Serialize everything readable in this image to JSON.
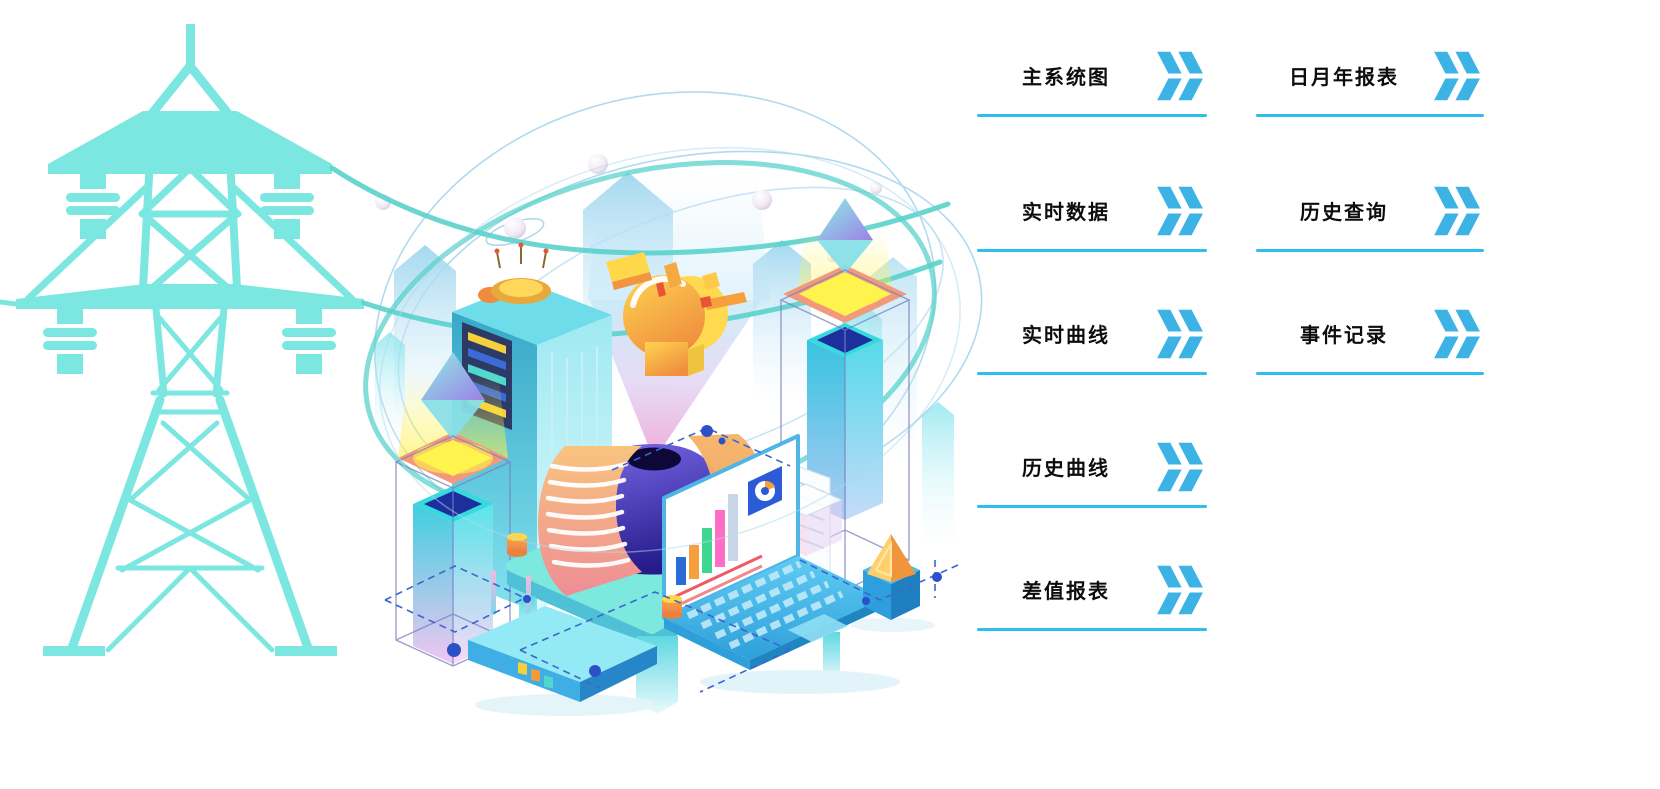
{
  "menu": {
    "left_column": [
      {
        "label": "主系统图"
      },
      {
        "label": "实时数据"
      },
      {
        "label": "实时曲线"
      },
      {
        "label": "历史曲线"
      },
      {
        "label": "差值报表"
      }
    ],
    "right_column": [
      {
        "label": "日月年报表"
      },
      {
        "label": "历史查询"
      },
      {
        "label": "事件记录"
      }
    ],
    "icon": "double-chevron-right"
  },
  "colors": {
    "menu_text": "#0d0d0d",
    "chevron_blue": "#3db2e4",
    "underline_cyan": "#2fbcee",
    "pylon_teal": "#7be7e0",
    "orbit_teal": "#5ad2cb",
    "dome_indigo": "#2a1e8c",
    "accent_orange": "#f5a03c",
    "background": "#ffffff"
  }
}
